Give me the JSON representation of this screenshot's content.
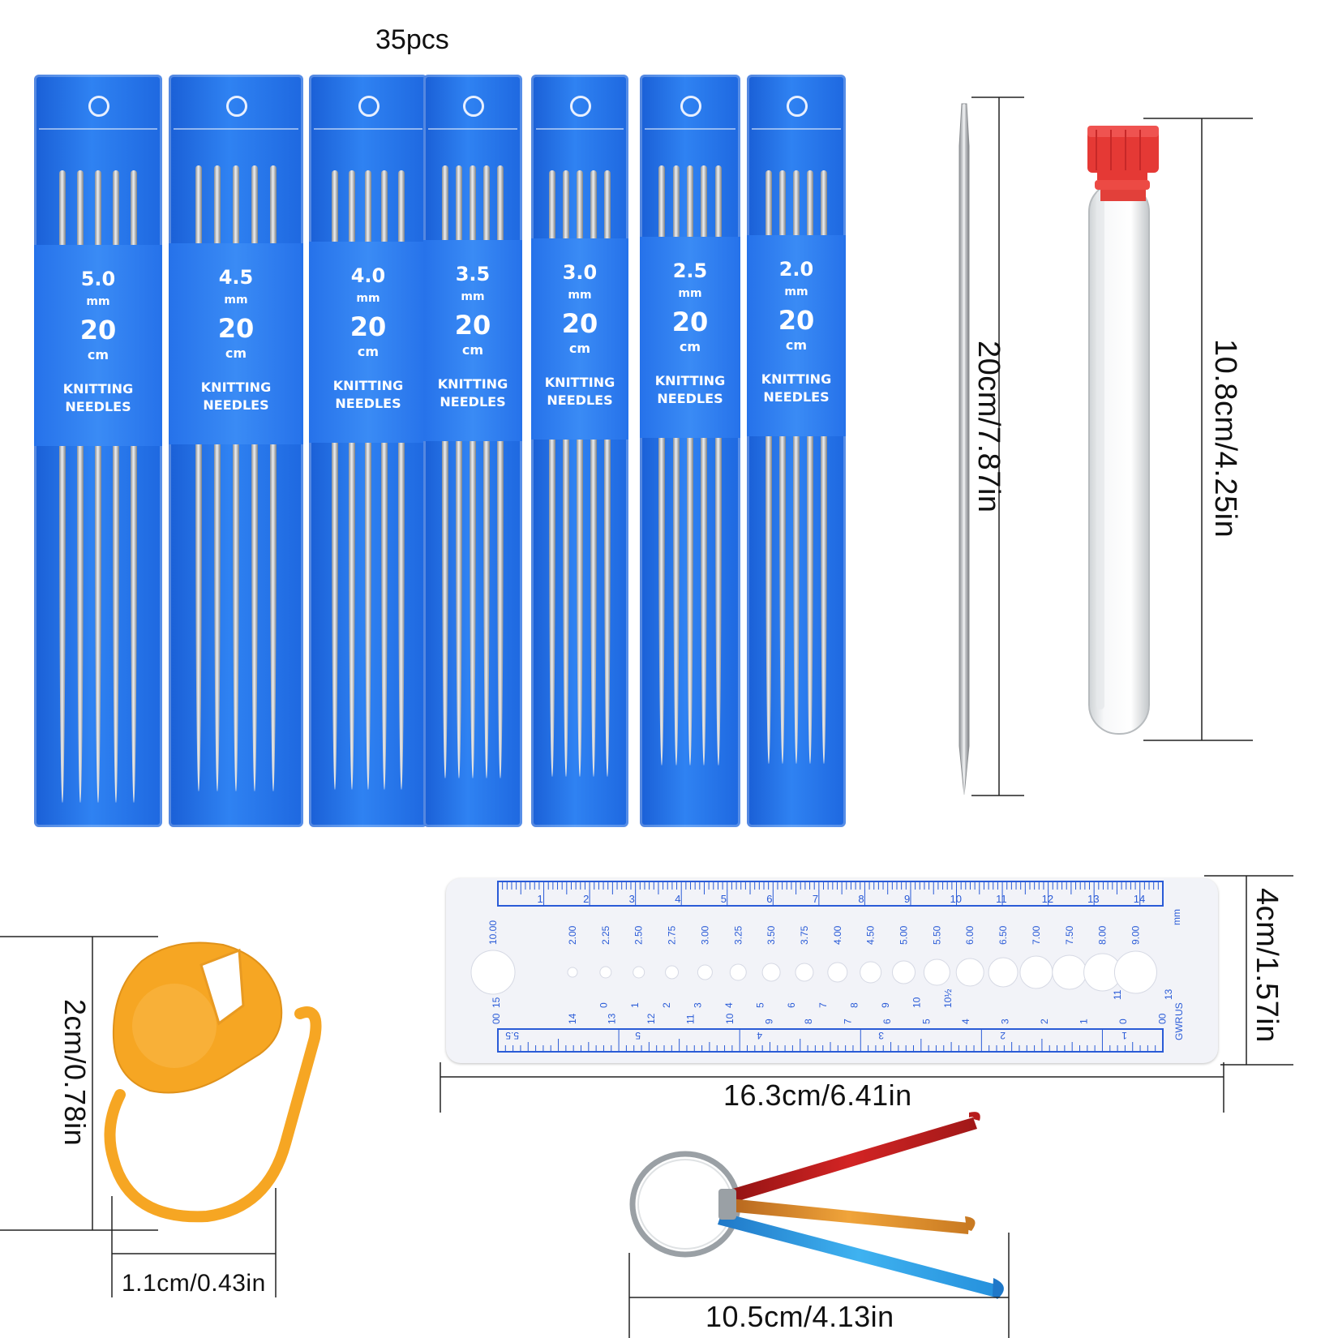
{
  "title": "35pcs",
  "colors": {
    "pack_blue": "#1f6fe8",
    "pack_band": "#2b7cf0",
    "marker_orange": "#f6a623",
    "cap_red": "#e53935",
    "gauge_print": "#2a5bd7"
  },
  "packs": [
    {
      "size": "5.0",
      "size_unit": "mm",
      "length": "20",
      "length_unit": "cm",
      "line1": "KNITTING",
      "line2": "NEEDLES"
    },
    {
      "size": "4.5",
      "size_unit": "mm",
      "length": "20",
      "length_unit": "cm",
      "line1": "KNITTING",
      "line2": "NEEDLES"
    },
    {
      "size": "4.0",
      "size_unit": "mm",
      "length": "20",
      "length_unit": "cm",
      "line1": "KNITTING",
      "line2": "NEEDLES"
    },
    {
      "size": "3.5",
      "size_unit": "mm",
      "length": "20",
      "length_unit": "cm",
      "line1": "KNITTING",
      "line2": "NEEDLES"
    },
    {
      "size": "3.0",
      "size_unit": "mm",
      "length": "20",
      "length_unit": "cm",
      "line1": "KNITTING",
      "line2": "NEEDLES"
    },
    {
      "size": "2.5",
      "size_unit": "mm",
      "length": "20",
      "length_unit": "cm",
      "line1": "KNITTING",
      "line2": "NEEDLES"
    },
    {
      "size": "2.0",
      "size_unit": "mm",
      "length": "20",
      "length_unit": "cm",
      "line1": "KNITTING",
      "line2": "NEEDLES"
    }
  ],
  "dimensions": {
    "needle": "20cm/7.87in",
    "tube": "10.8cm/4.25in",
    "gauge_height": "4cm/1.57in",
    "gauge_width": "16.3cm/6.41in",
    "marker_height": "2cm/0.78in",
    "marker_width": "1.1cm/0.43in",
    "hooks": "10.5cm/4.13in"
  },
  "gauge": {
    "cm_scale": [
      "1",
      "2",
      "3",
      "4",
      "5",
      "6",
      "7",
      "8",
      "9",
      "10",
      "11",
      "12",
      "13",
      "14"
    ],
    "mm_sizes": [
      "10.00",
      "2.00",
      "2.25",
      "2.50",
      "2.75",
      "3.00",
      "3.25",
      "3.50",
      "3.75",
      "4.00",
      "4.50",
      "5.00",
      "5.50",
      "6.00",
      "6.50",
      "7.00",
      "7.50",
      "8.00",
      "9.00"
    ],
    "mm_unit": "mm",
    "us_sizes": [
      "15",
      "0",
      "1",
      "2",
      "3",
      "4",
      "5",
      "6",
      "7",
      "8",
      "9",
      "10",
      "10½"
    ],
    "uk_sizes": [
      "00",
      "14",
      "13",
      "12",
      "11",
      "10",
      "9",
      "8",
      "7",
      "6",
      "5",
      "4",
      "3",
      "2",
      "1",
      "0",
      "00"
    ],
    "extra_marks": [
      "11",
      "13"
    ],
    "system_label_1": "GWR",
    "system_label_2": "US",
    "inch_scale": [
      "5.5",
      "5",
      "4",
      "3",
      "2",
      "1"
    ]
  }
}
